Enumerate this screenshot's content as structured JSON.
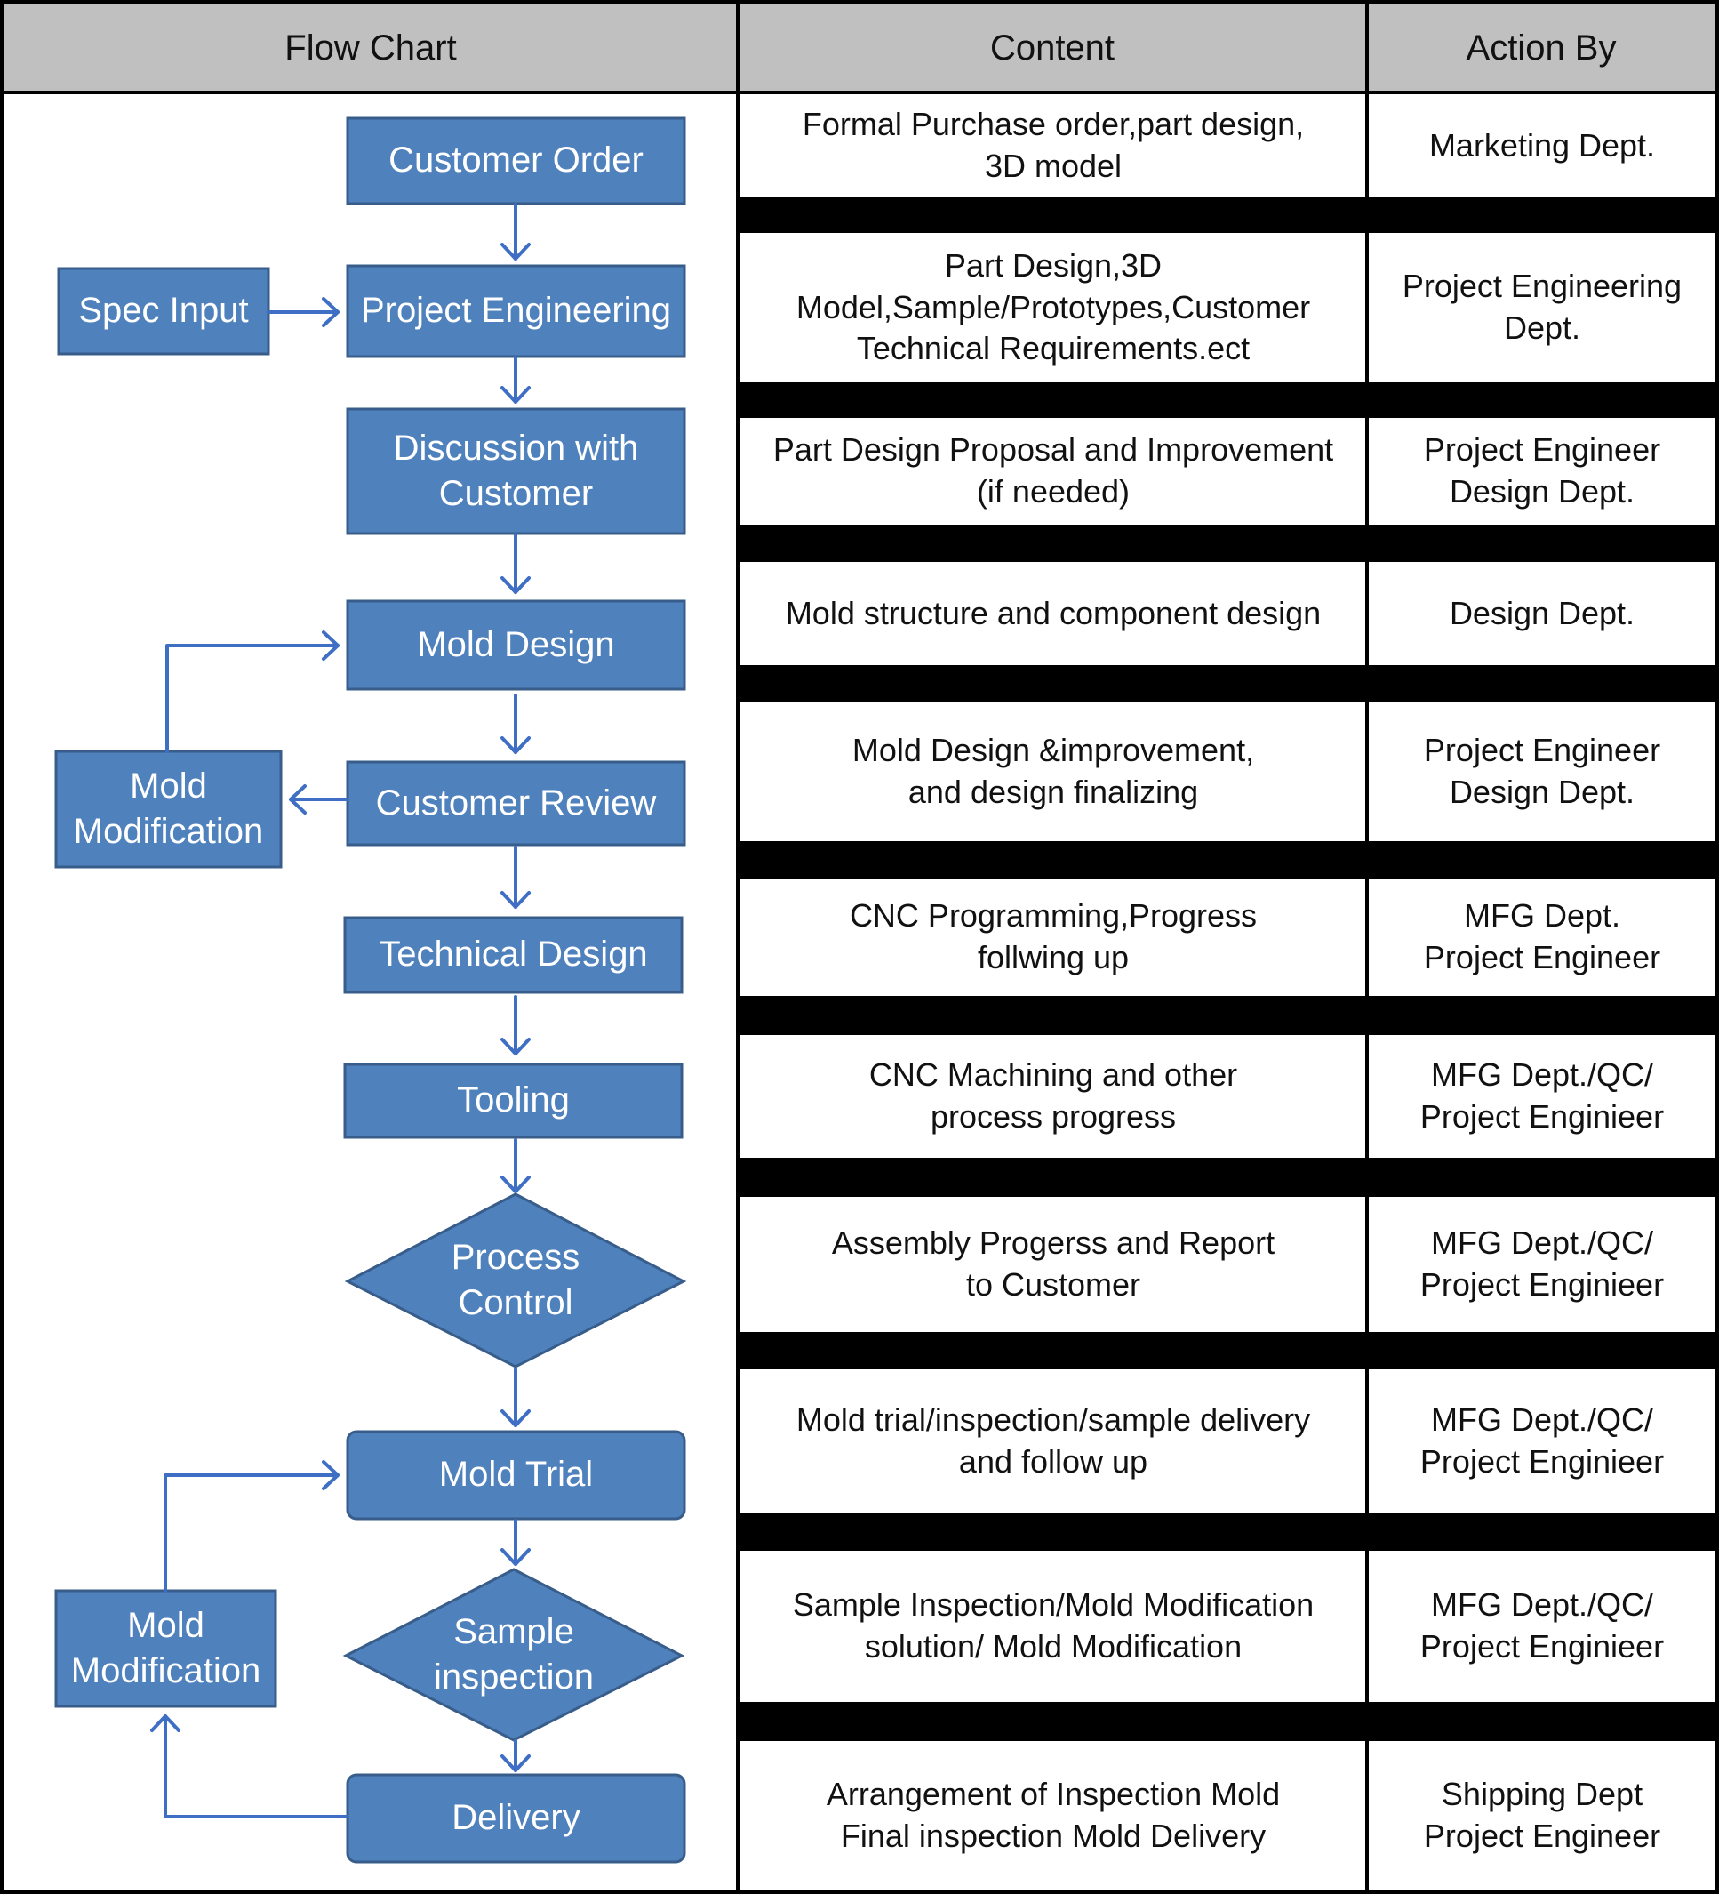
{
  "headers": {
    "flow_chart": "Flow Chart",
    "content": "Content",
    "action_by": "Action By"
  },
  "flow": {
    "customer_order": "Customer  Order",
    "spec_input": "Spec Input",
    "project_engineering": "Project Engineering",
    "discussion": "Discussion with\nCustomer",
    "mold_design": "Mold Design",
    "customer_review": "Customer Review",
    "mold_modification_1": "Mold\nModification",
    "technical_design": "Technical Design",
    "tooling": "Tooling",
    "process_control": "Process\nControl",
    "mold_trial": "Mold  Trial",
    "sample_inspection": "Sample\ninspection",
    "mold_modification_2": "Mold\nModification",
    "delivery": "Delivery"
  },
  "rows": [
    {
      "content": "Formal Purchase order,part design,\n3D model",
      "action": "Marketing Dept."
    },
    {
      "content": "Part Design,3D\nModel,Sample/Prototypes,Customer\nTechnical Requirements.ect",
      "action": "Project Engineering\nDept."
    },
    {
      "content": "Part Design Proposal and Improvement\n(if needed)",
      "action": "Project Engineer\nDesign Dept."
    },
    {
      "content": "Mold structure and component design",
      "action": "Design Dept."
    },
    {
      "content": "Mold Design &improvement,\nand design finalizing",
      "action": "Project Engineer\nDesign Dept."
    },
    {
      "content": "CNC Programming,Progress\nfollwing up",
      "action": "MFG Dept.\nProject Engineer"
    },
    {
      "content": "CNC Machining and other\nprocess progress",
      "action": "MFG Dept./QC/\nProject Enginieer"
    },
    {
      "content": "Assembly Progerss and Report\nto Customer",
      "action": "MFG Dept./QC/\nProject Enginieer"
    },
    {
      "content": "Mold trial/inspection/sample delivery\nand follow up",
      "action": "MFG Dept./QC/\nProject Enginieer"
    },
    {
      "content": "Sample Inspection/Mold Modification\nsolution/ Mold Modification",
      "action": "MFG Dept./QC/\nProject Enginieer"
    },
    {
      "content": "Arrangement of Inspection Mold\nFinal inspection Mold Delivery",
      "action": "Shipping Dept\nProject Engineer"
    }
  ],
  "colors": {
    "box_fill": "#4f81bd",
    "box_border": "#385d8a",
    "arrow": "#3f6fc4",
    "header_fill": "#c0c0c0",
    "separator": "#000000"
  }
}
